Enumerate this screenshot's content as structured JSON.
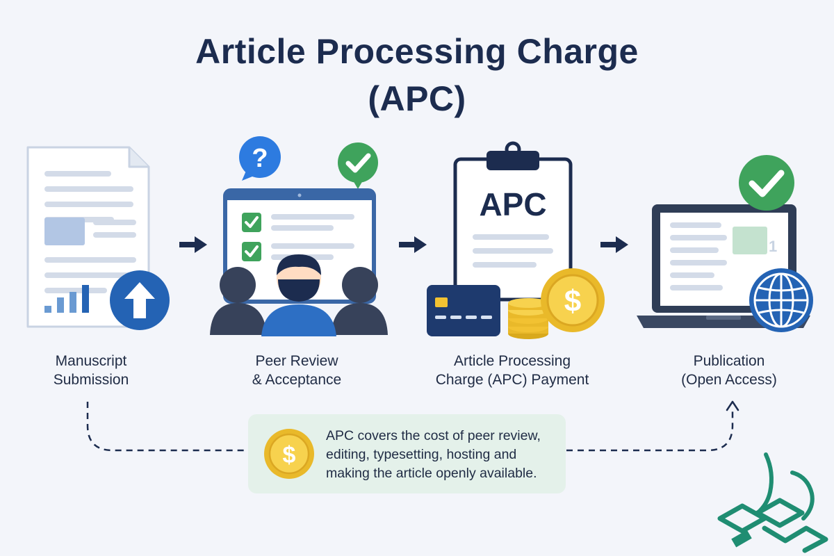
{
  "title": {
    "line1": "Article Processing Charge",
    "line2": "(APC)"
  },
  "steps": [
    {
      "line1": "Manuscript",
      "line2": "Submission"
    },
    {
      "line1": "Peer Review",
      "line2": "& Acceptance"
    },
    {
      "line1": "Article Processing",
      "line2": "Charge (APC) Payment"
    },
    {
      "line1": "Publication",
      "line2": "(Open Access)"
    }
  ],
  "clipboard_text": "APC",
  "note": {
    "line1": "APC covers the cost of peer review,",
    "line2": "editing, typesetting, hosting and",
    "line3": "making the article openly available."
  },
  "symbols": {
    "question": "?",
    "dollar": "$",
    "counter": "1"
  },
  "icons": [
    "document-icon",
    "upload-icon",
    "bar-chart-icon",
    "question-bubble-icon",
    "check-badge-icon",
    "monitor-icon",
    "reviewers-icon",
    "clipboard-icon",
    "credit-card-icon",
    "coin-stack-icon",
    "dollar-coin-icon",
    "laptop-icon",
    "globe-icon",
    "arrow-right-icon",
    "logo-mark"
  ],
  "colors": {
    "navy": "#1c2c4f",
    "blue": "#2463b4",
    "green": "#3fa35c",
    "gold": "#f2c232",
    "note_bg": "#e4f1ea",
    "teal_logo": "#1f8d72"
  }
}
